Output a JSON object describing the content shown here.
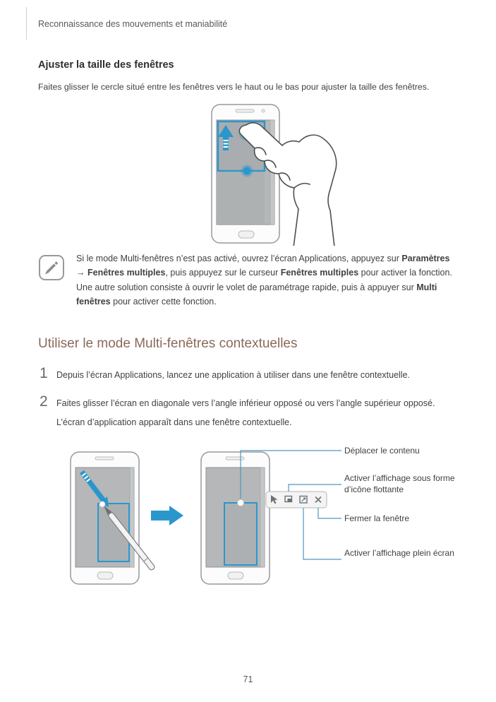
{
  "colors": {
    "accent_blue": "#2a97cc",
    "heading_brown": "#8a6a5a",
    "callout_line": "#4f97bd",
    "text": "#414042",
    "muted": "#57585a"
  },
  "header": {
    "title": "Reconnaissance des mouvements et maniabilité"
  },
  "section1": {
    "title": "Ajuster la taille des fenêtres",
    "body": "Faites glisser le cercle situé entre les fenêtres vers le haut ou le bas pour ajuster la taille des fenêtres."
  },
  "note": {
    "icon": "pen-note-icon",
    "parts": [
      {
        "text": "Si le mode Multi-fenêtres n’est pas activé, ouvrez l’écran Applications, appuyez sur ",
        "bold": false
      },
      {
        "text": "Paramètres",
        "bold": true
      },
      {
        "text": " → ",
        "bold": false
      },
      {
        "text": "Fenêtres multiples",
        "bold": true
      },
      {
        "text": ", puis appuyez sur le curseur ",
        "bold": false
      },
      {
        "text": "Fenêtres multiples",
        "bold": true
      },
      {
        "text": " pour activer la fonction. Une autre solution consiste à ouvrir le volet de paramétrage rapide, puis à appuyer sur ",
        "bold": false
      },
      {
        "text": "Multi fenêtres",
        "bold": true
      },
      {
        "text": " pour activer cette fonction.",
        "bold": false
      }
    ]
  },
  "section2": {
    "title": "Utiliser le mode Multi-fenêtres contextuelles",
    "steps": [
      {
        "num": "1",
        "lines": [
          "Depuis l’écran Applications, lancez une application à utiliser dans une fenêtre contextuelle."
        ]
      },
      {
        "num": "2",
        "lines": [
          "Faites glisser l’écran en diagonale vers l’angle inférieur opposé ou vers l’angle supérieur opposé.",
          "L’écran d’application apparaît dans une fenêtre contextuelle."
        ]
      }
    ]
  },
  "illustration2": {
    "callouts": [
      {
        "label": "Déplacer le contenu"
      },
      {
        "label": "Activer l’affichage sous forme d’icône flottante"
      },
      {
        "label": "Fermer la fenêtre"
      },
      {
        "label": "Activer l’affichage plein écran"
      }
    ],
    "toolbar_icons": [
      "pointer-icon",
      "floating-window-icon",
      "fullscreen-icon",
      "close-icon"
    ]
  },
  "footer": {
    "page_number": "71"
  }
}
